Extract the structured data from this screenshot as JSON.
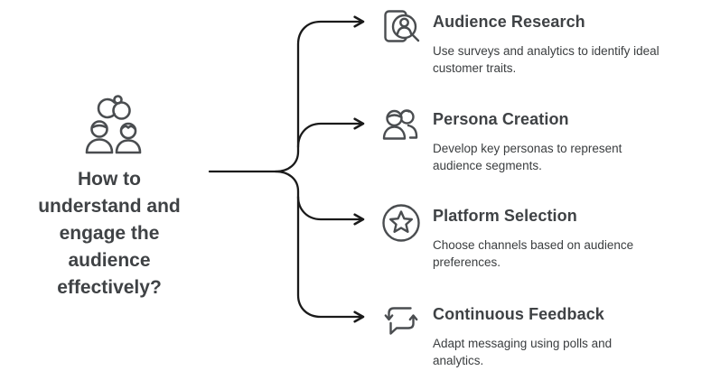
{
  "diagram": {
    "root": {
      "question": "How to\nunderstand and\nengage the\naudience\neffectively?",
      "icon": "audience-people-icon"
    },
    "items": [
      {
        "title": "Audience Research",
        "description": "Use surveys and analytics to identify ideal\ncustomer traits.",
        "icon": "profile-search-icon"
      },
      {
        "title": "Persona Creation",
        "description": "Develop key personas to represent\naudience segments.",
        "icon": "two-users-icon"
      },
      {
        "title": "Platform Selection",
        "description": "Choose channels based on audience\npreferences.",
        "icon": "star-circle-icon"
      },
      {
        "title": "Continuous Feedback",
        "description": "Adapt messaging using polls and\nanalytics.",
        "icon": "chat-loop-icon"
      }
    ],
    "colors": {
      "background": "#ffffff",
      "connector": "#1a1a1a",
      "icon_stroke": "#4a4d50",
      "title_text": "#3f4245",
      "body_text": "#3a3d3f"
    }
  }
}
